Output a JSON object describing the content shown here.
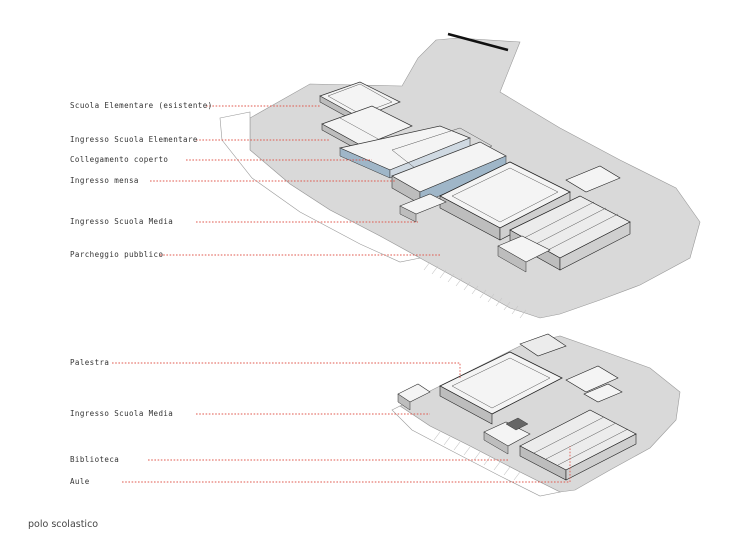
{
  "upper_labels": [
    "Scuola Elementare (esistente)",
    "Ingresso Scuola Elementare",
    "Collegamento coperto",
    "Ingresso mensa",
    "Ingresso Scuola Media",
    "Parcheggio pubblico"
  ],
  "lower_labels": [
    "Palestra",
    "Ingresso Scuola Media",
    "Biblioteca",
    "Aule"
  ],
  "caption": "polo scolastico",
  "colors": {
    "ground": "#d9d9d9",
    "roof": "#f4f4f4",
    "wall": "#bdbdbd",
    "leader": "#e05a4f",
    "glazing": "#9fb6c8"
  }
}
